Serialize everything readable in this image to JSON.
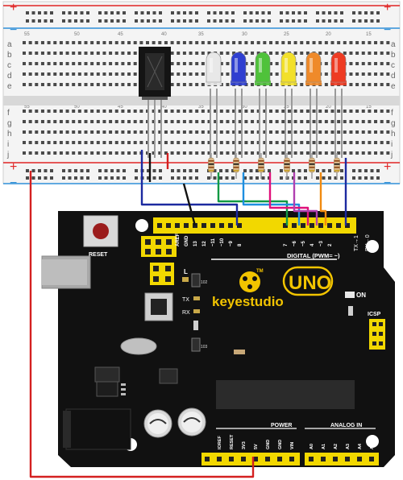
{
  "breadboard": {
    "rail_top_plus": "+",
    "rail_top_minus": "−",
    "rail_bottom_plus": "+",
    "rail_bottom_minus": "−",
    "row_letters_top": [
      "a",
      "b",
      "c",
      "d",
      "e"
    ],
    "row_letters_bottom": [
      "f",
      "g",
      "h",
      "i",
      "j"
    ],
    "column_numbers": [
      "55",
      "50",
      "45",
      "40",
      "35",
      "30",
      "25",
      "20",
      "15"
    ]
  },
  "leds": [
    {
      "color": "#e8e8e8",
      "name": "white"
    },
    {
      "color": "#2f3fd0",
      "name": "blue"
    },
    {
      "color": "#4fc23a",
      "name": "green"
    },
    {
      "color": "#f2e02a",
      "name": "yellow"
    },
    {
      "color": "#ef8a2a",
      "name": "orange"
    },
    {
      "color": "#ee3b22",
      "name": "red"
    }
  ],
  "wires": {
    "ir_signal": "#1c2aa0",
    "ground": "#111111",
    "power_5v": "#d42020",
    "led_colors": [
      "#119944",
      "#1e8fe0",
      "#e0107a",
      "#b040b0",
      "#f08a10",
      "#1c2aa0"
    ]
  },
  "board": {
    "reset_label": "RESET",
    "brand": "keyestudio",
    "model": "UNO",
    "digital_label": "DIGITAL (PWM= ~)",
    "on_label": "ON",
    "icsp_label": "ICSP",
    "l_label": "L",
    "tx_label": "TX",
    "rx_label": "RX",
    "tx_arrow": "TX→1",
    "rx_arrow": "RX←0",
    "tm": "TM",
    "power_label": "POWER",
    "analog_label": "ANALOG IN",
    "resistor_code_a": "102",
    "resistor_code_b": "103",
    "digital_pins": [
      "AREF",
      "GND",
      "13",
      "12",
      "~11",
      "~10",
      "~9",
      "8",
      "7",
      "~6",
      "~5",
      "4",
      "~3",
      "2"
    ],
    "power_pins": [
      "IOREF",
      "RESET",
      "3V3",
      "5V",
      "GND",
      "GND",
      "VIN"
    ],
    "analog_pins": [
      "A0",
      "A1",
      "A2",
      "A3",
      "A4",
      "A5"
    ]
  }
}
